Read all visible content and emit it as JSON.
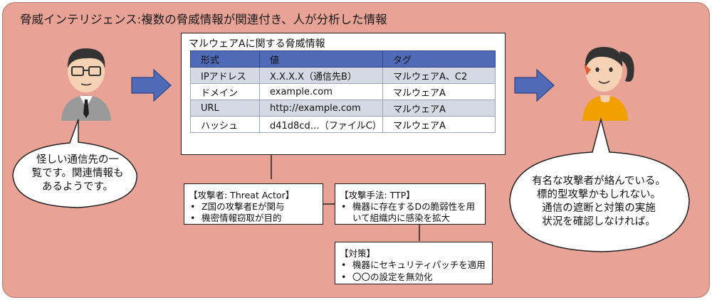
{
  "title": "脅威インテリジェンス:複数の脅威情報が関連付き、人が分析した情報",
  "info_box": {
    "title": "マルウェアAに関する脅威情報",
    "headers": [
      "形式",
      "値",
      "タグ"
    ],
    "rows": [
      [
        "IPアドレス",
        "X.X.X.X（通信先B）",
        "マルウェアA、C2"
      ],
      [
        "ドメイン",
        "example.com",
        "マルウェアA"
      ],
      [
        "URL",
        "http://example.com",
        "マルウェアA"
      ],
      [
        "ハッシュ",
        "d41d8cd…（ファイルC）",
        "マルウェアA"
      ]
    ]
  },
  "actor_box": {
    "heading": "【攻撃者: Threat Actor】",
    "items": [
      "Z国の攻撃者Eが関与",
      "機密情報窃取が目的"
    ]
  },
  "ttp_box": {
    "heading": "【攻撃手法: TTP】",
    "items": [
      "機器に存在するDの脆弱性を用",
      "いて組織内に感染を拡大"
    ]
  },
  "measures_box": {
    "heading": "【対策】",
    "items": [
      "機器にセキュリティパッチを適用",
      "〇〇の設定を無効化"
    ]
  },
  "left_bubble": [
    "怪しい通信先の一",
    "覧です。関連情報も",
    "あるようです。"
  ],
  "right_bubble": [
    "有名な攻撃者が絡んでいる。",
    "標的型攻撃かもしれない。",
    "通信の遮断と対策の実施",
    "状況を確認しなければ。"
  ],
  "colors": {
    "background": "#e8a296",
    "table_header": "#4f6bb8",
    "arrow": "#4f6bb8",
    "right_person_shirt": "#f0a000"
  }
}
